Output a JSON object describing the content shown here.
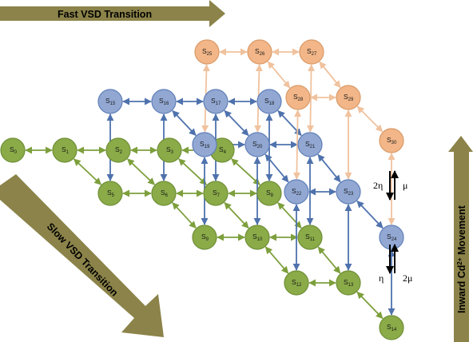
{
  "banners": {
    "fast": "Fast VSD Transition",
    "slow": "Slow VSD Transition",
    "inward_prefix": "Inward Cd",
    "inward_sup": "2+",
    "inward_suffix": " Movement"
  },
  "rates": {
    "upper_left": "2η",
    "upper_right": "μ",
    "lower_left": "η",
    "lower_right": "2μ"
  },
  "colors": {
    "green_fill": "#8aab48",
    "green_edge": "#6f8f36",
    "blue_fill": "#92a8d3",
    "blue_edge": "#5f7fb8",
    "orange_fill": "#f2b688",
    "orange_edge": "#d99a68",
    "green_link": "#7d9f3c",
    "blue_link": "#4f72ad",
    "orange_link": "#f0c29e",
    "banner_fill": "#8b8349"
  },
  "states": [
    {
      "id": "S0",
      "base": "S",
      "sub": "0",
      "group": "green"
    },
    {
      "id": "S1",
      "base": "S",
      "sub": "1",
      "group": "green"
    },
    {
      "id": "S2",
      "base": "S",
      "sub": "2",
      "group": "green"
    },
    {
      "id": "S3",
      "base": "S",
      "sub": "3",
      "group": "green"
    },
    {
      "id": "S4",
      "base": "S",
      "sub": "4",
      "group": "green"
    },
    {
      "id": "S5",
      "base": "S",
      "sub": "5",
      "group": "green"
    },
    {
      "id": "S6",
      "base": "S",
      "sub": "6",
      "group": "green"
    },
    {
      "id": "S7",
      "base": "S",
      "sub": "7",
      "group": "green"
    },
    {
      "id": "S8",
      "base": "S",
      "sub": "8",
      "group": "green"
    },
    {
      "id": "S9",
      "base": "S",
      "sub": "9",
      "group": "green"
    },
    {
      "id": "S10",
      "base": "S",
      "sub": "10",
      "group": "green"
    },
    {
      "id": "S11",
      "base": "S",
      "sub": "11",
      "group": "green"
    },
    {
      "id": "S12",
      "base": "S",
      "sub": "12",
      "group": "green"
    },
    {
      "id": "S13",
      "base": "S",
      "sub": "13",
      "group": "green"
    },
    {
      "id": "S14",
      "base": "S",
      "sub": "14",
      "group": "green"
    },
    {
      "id": "S15",
      "base": "S",
      "sub": "15",
      "group": "blue"
    },
    {
      "id": "S16",
      "base": "S",
      "sub": "16",
      "group": "blue"
    },
    {
      "id": "S17",
      "base": "S",
      "sub": "17",
      "group": "blue"
    },
    {
      "id": "S18",
      "base": "S",
      "sub": "18",
      "group": "blue"
    },
    {
      "id": "S19",
      "base": "S",
      "sub": "19",
      "group": "blue"
    },
    {
      "id": "S20",
      "base": "S",
      "sub": "20",
      "group": "blue"
    },
    {
      "id": "S21",
      "base": "S",
      "sub": "21",
      "group": "blue"
    },
    {
      "id": "S22",
      "base": "S",
      "sub": "22",
      "group": "blue"
    },
    {
      "id": "S23",
      "base": "S",
      "sub": "23",
      "group": "blue"
    },
    {
      "id": "S24",
      "base": "S",
      "sub": "24",
      "group": "blue"
    },
    {
      "id": "S25",
      "base": "S",
      "sub": "25",
      "group": "orange"
    },
    {
      "id": "S26",
      "base": "S",
      "sub": "26",
      "group": "orange"
    },
    {
      "id": "S27",
      "base": "S",
      "sub": "27",
      "group": "orange"
    },
    {
      "id": "S28",
      "base": "S",
      "sub": "28",
      "group": "orange"
    },
    {
      "id": "S29",
      "base": "S",
      "sub": "29",
      "group": "orange"
    },
    {
      "id": "S30",
      "base": "S",
      "sub": "30",
      "group": "orange"
    }
  ],
  "transitions": [
    [
      "S0",
      "S1",
      "green"
    ],
    [
      "S1",
      "S2",
      "green"
    ],
    [
      "S2",
      "S3",
      "green"
    ],
    [
      "S3",
      "S4",
      "green"
    ],
    [
      "S1",
      "S5",
      "green"
    ],
    [
      "S2",
      "S6",
      "green"
    ],
    [
      "S3",
      "S7",
      "green"
    ],
    [
      "S4",
      "S8",
      "green"
    ],
    [
      "S5",
      "S6",
      "green"
    ],
    [
      "S6",
      "S7",
      "green"
    ],
    [
      "S7",
      "S8",
      "green"
    ],
    [
      "S6",
      "S9",
      "green"
    ],
    [
      "S7",
      "S10",
      "green"
    ],
    [
      "S8",
      "S11",
      "green"
    ],
    [
      "S9",
      "S10",
      "green"
    ],
    [
      "S10",
      "S11",
      "green"
    ],
    [
      "S10",
      "S12",
      "green"
    ],
    [
      "S11",
      "S13",
      "green"
    ],
    [
      "S12",
      "S13",
      "green"
    ],
    [
      "S13",
      "S14",
      "green"
    ],
    [
      "S15",
      "S16",
      "blue"
    ],
    [
      "S16",
      "S17",
      "blue"
    ],
    [
      "S17",
      "S18",
      "blue"
    ],
    [
      "S16",
      "S19",
      "blue"
    ],
    [
      "S17",
      "S20",
      "blue"
    ],
    [
      "S18",
      "S21",
      "blue"
    ],
    [
      "S19",
      "S20",
      "blue"
    ],
    [
      "S20",
      "S21",
      "blue"
    ],
    [
      "S20",
      "S22",
      "blue"
    ],
    [
      "S21",
      "S23",
      "blue"
    ],
    [
      "S22",
      "S23",
      "blue"
    ],
    [
      "S23",
      "S24",
      "blue"
    ],
    [
      "S15",
      "S5",
      "blue"
    ],
    [
      "S16",
      "S6",
      "blue"
    ],
    [
      "S17",
      "S7",
      "blue"
    ],
    [
      "S18",
      "S8",
      "blue"
    ],
    [
      "S19",
      "S9",
      "blue"
    ],
    [
      "S20",
      "S10",
      "blue"
    ],
    [
      "S21",
      "S11",
      "blue"
    ],
    [
      "S22",
      "S12",
      "blue"
    ],
    [
      "S23",
      "S13",
      "blue"
    ],
    [
      "S24",
      "S14",
      "blue"
    ],
    [
      "S25",
      "S26",
      "orange"
    ],
    [
      "S26",
      "S27",
      "orange"
    ],
    [
      "S26",
      "S28",
      "orange"
    ],
    [
      "S27",
      "S29",
      "orange"
    ],
    [
      "S28",
      "S29",
      "orange"
    ],
    [
      "S29",
      "S30",
      "orange"
    ],
    [
      "S25",
      "S19",
      "orange"
    ],
    [
      "S26",
      "S20",
      "orange"
    ],
    [
      "S27",
      "S21",
      "orange"
    ],
    [
      "S28",
      "S22",
      "orange"
    ],
    [
      "S29",
      "S23",
      "orange"
    ],
    [
      "S30",
      "S24",
      "orange"
    ]
  ]
}
